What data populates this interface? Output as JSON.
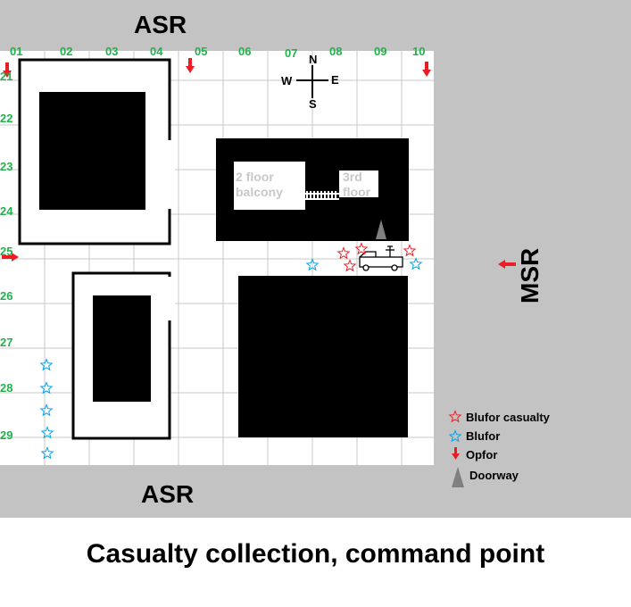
{
  "roads": {
    "top_label": "ASR",
    "bottom_label": "ASR",
    "right_label": "MSR"
  },
  "grid": {
    "columns": [
      "01",
      "02",
      "03",
      "04",
      "05",
      "06",
      "07",
      "08",
      "09",
      "10"
    ],
    "rows": [
      "21",
      "22",
      "23",
      "24",
      "25",
      "26",
      "27",
      "28",
      "29"
    ]
  },
  "compass": {
    "n": "N",
    "s": "S",
    "e": "E",
    "w": "W"
  },
  "buildings": {
    "balcony_label": "2 floor\nbalcony",
    "third_floor_label": "3rd\nfloor"
  },
  "legend": {
    "casualty": "Blufor casualty",
    "blufor": "Blufor",
    "opfor": "Opfor",
    "doorway": "Doorway"
  },
  "colors": {
    "road": "#c3c3c3",
    "grid": "#c8c8c8",
    "grid_labels": "#22b14c",
    "opfor": "#ed1c24",
    "blufor": "#00a2e8",
    "casualty": "#ed1c24",
    "doorway": "#808080",
    "building": "#000000"
  },
  "caption": "Casualty collection, command point"
}
